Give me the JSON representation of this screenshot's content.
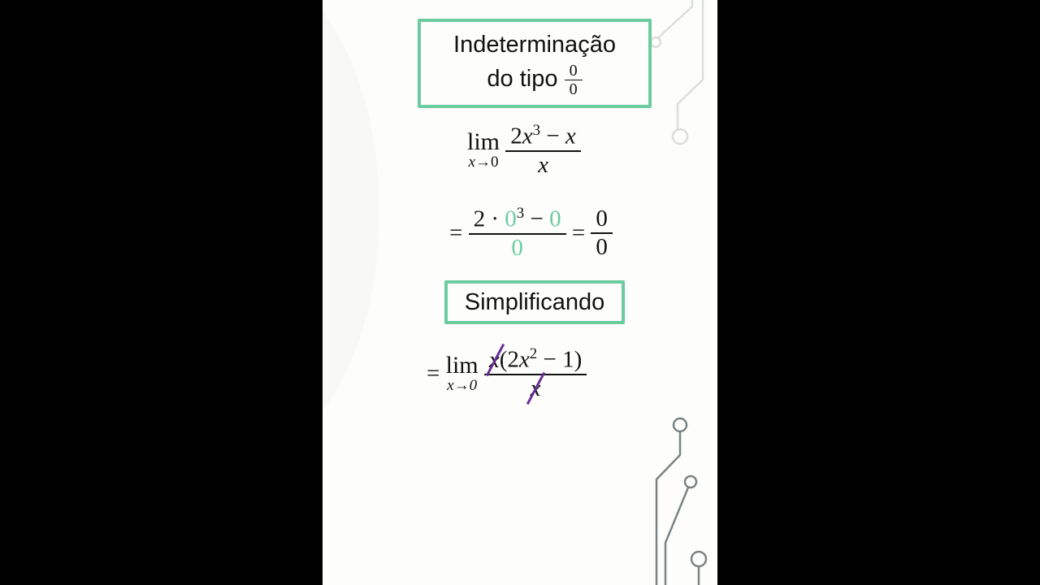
{
  "title_box": {
    "line1": "Indeterminação",
    "line2": "do tipo",
    "fraction": {
      "numerator": "0",
      "denominator": "0"
    }
  },
  "limit_expression": {
    "lim_word": "lim",
    "lim_sub_var": "x",
    "lim_sub_arrow": "→",
    "lim_sub_target": "0",
    "numerator": {
      "coef": "2",
      "var": "x",
      "exp": "3",
      "op": " − ",
      "term": "x"
    },
    "denominator": "x"
  },
  "substitution": {
    "eq": "=",
    "numerator": {
      "coef": "2",
      "dot": " · ",
      "zero1": "0",
      "exp": "3",
      "op": " − ",
      "zero2": "0"
    },
    "denominator": "0",
    "eq2": "=",
    "result": {
      "numerator": "0",
      "denominator": "0"
    }
  },
  "simplify_box": {
    "label": "Simplificando"
  },
  "simplified": {
    "eq": "=",
    "lim_word": "lim",
    "lim_sub": "x→0",
    "numerator": {
      "factor": "x",
      "open": "(2",
      "var": "x",
      "exp": "2",
      "rest": " − 1)"
    },
    "denominator": "x"
  },
  "colors": {
    "accent_green": "#6ccc9f",
    "strike_purple": "#6a2c96",
    "background": "#fdfefb",
    "letterbox": "#000000"
  }
}
